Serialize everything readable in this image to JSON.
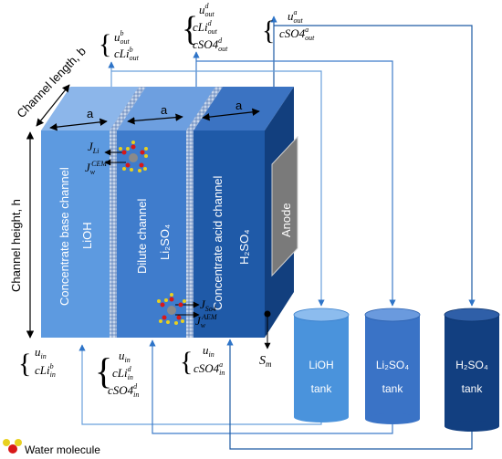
{
  "colors": {
    "front_base": "#4f8fd6",
    "front_dilute": "#4a82cc",
    "front_acid": "#1f5aa8",
    "top_face": "#6d9fe0",
    "side_face": "#123f7e",
    "membrane": "#a9bedc",
    "pipe": "#2e74c8",
    "anode": "#8a8a8a",
    "tank_lioh": "#4a93dc",
    "tank_li2so4": "#3a73c6",
    "tank_h2so4": "#123f80"
  },
  "dimensions": {
    "channel_length": "Channel length, b",
    "channel_height": "Channel height, h",
    "width_label": "a"
  },
  "channels": {
    "base": {
      "title": "Concentrate base channel",
      "species": "LiOH"
    },
    "dilute": {
      "title": "Dilute channel",
      "species": "Li₂SO₄"
    },
    "acid": {
      "title": "Concentrate acid channel",
      "species": "H₂SO₄"
    }
  },
  "anode": "Anode",
  "fluxes": {
    "j_li": {
      "base": "J",
      "sub": "Li"
    },
    "jw_cem": {
      "base": "J",
      "sub": "w",
      "sup": "CEM"
    },
    "j_so4": {
      "base": "J",
      "sub": "So4"
    },
    "jw_aem": {
      "base": "J",
      "sub": "w",
      "sup": "AEM"
    }
  },
  "outlets": {
    "base": [
      {
        "base": "u",
        "sup": "b",
        "sub": "out"
      },
      {
        "base": "cLi",
        "sup": "b",
        "sub": "out"
      }
    ],
    "dilute": [
      {
        "base": "u",
        "sup": "d",
        "sub": "out"
      },
      {
        "base": "cLi",
        "sup": "d",
        "sub": "out"
      },
      {
        "base": "cSO4",
        "sup": "d",
        "sub": "out"
      }
    ],
    "acid": [
      {
        "base": "u",
        "sup": "a",
        "sub": "out"
      },
      {
        "base": "cSO4",
        "sup": "a",
        "sub": "out"
      }
    ]
  },
  "inlets": {
    "base": [
      {
        "base": "u",
        "sup": "",
        "sub": "in"
      },
      {
        "base": "cLi",
        "sup": "b",
        "sub": "in"
      }
    ],
    "dilute": [
      {
        "base": "u",
        "sup": "",
        "sub": "in"
      },
      {
        "base": "cLi",
        "sup": "d",
        "sub": "in"
      },
      {
        "base": "cSO4",
        "sup": "d",
        "sub": "in"
      }
    ],
    "acid": [
      {
        "base": "u",
        "sup": "",
        "sub": "in"
      },
      {
        "base": "cSO4",
        "sup": "a",
        "sub": "in"
      }
    ]
  },
  "sm": {
    "base": "S",
    "sub": "m"
  },
  "tanks": [
    {
      "name": "LiOH",
      "word": "tank"
    },
    {
      "name": "Li₂SO₄",
      "word": "tank"
    },
    {
      "name": "H₂SO₄",
      "word": "tank"
    }
  ],
  "legend": {
    "label": "Water molecule"
  }
}
